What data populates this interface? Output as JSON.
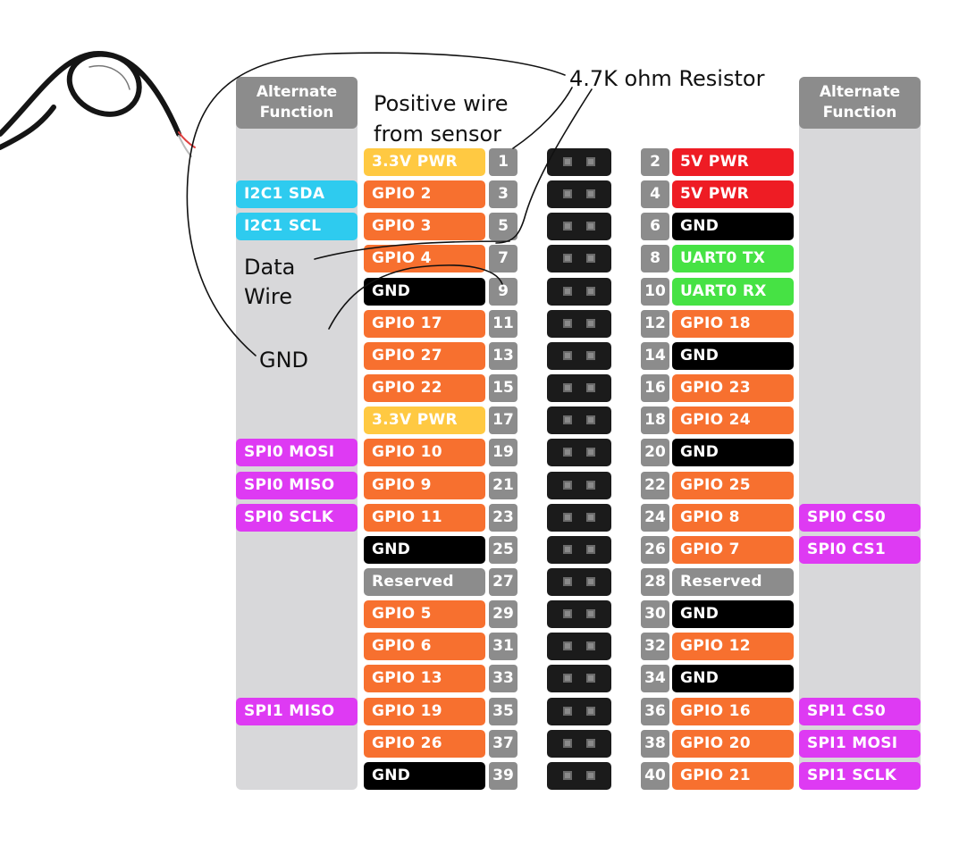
{
  "annotations": {
    "resistor": "4.7K ohm Resistor",
    "positive_line1": "Positive wire",
    "positive_line2": "from sensor",
    "data_line1": "Data",
    "data_line2": "Wire",
    "gnd": "GND"
  },
  "headers": {
    "left": "Alternate\nFunction",
    "right": "Alternate\nFunction"
  },
  "colors": {
    "power33": "#ffc942",
    "power5": "#ee1c24",
    "gpio": "#f7702f",
    "ground": "#000000",
    "uart": "#46e244",
    "reserved": "#8c8c8c",
    "i2c": "#2ecbef",
    "spi": "#de3af3",
    "pin_number": "#8c8c8c"
  },
  "rows": [
    {
      "left_alt": "",
      "left_alt_type": "",
      "left_label": "3.3V PWR",
      "left_type": "power33",
      "left_pin": "1",
      "right_pin": "2",
      "right_label": "5V PWR",
      "right_type": "power5",
      "right_alt": "",
      "right_alt_type": ""
    },
    {
      "left_alt": "I2C1 SDA",
      "left_alt_type": "i2c",
      "left_label": "GPIO 2",
      "left_type": "gpio",
      "left_pin": "3",
      "right_pin": "4",
      "right_label": "5V PWR",
      "right_type": "power5",
      "right_alt": "",
      "right_alt_type": ""
    },
    {
      "left_alt": "I2C1 SCL",
      "left_alt_type": "i2c",
      "left_label": "GPIO 3",
      "left_type": "gpio",
      "left_pin": "5",
      "right_pin": "6",
      "right_label": "GND",
      "right_type": "ground",
      "right_alt": "",
      "right_alt_type": ""
    },
    {
      "left_alt": "",
      "left_alt_type": "",
      "left_label": "GPIO 4",
      "left_type": "gpio",
      "left_pin": "7",
      "right_pin": "8",
      "right_label": "UART0 TX",
      "right_type": "uart",
      "right_alt": "",
      "right_alt_type": ""
    },
    {
      "left_alt": "",
      "left_alt_type": "",
      "left_label": "GND",
      "left_type": "ground",
      "left_pin": "9",
      "right_pin": "10",
      "right_label": "UART0 RX",
      "right_type": "uart",
      "right_alt": "",
      "right_alt_type": ""
    },
    {
      "left_alt": "",
      "left_alt_type": "",
      "left_label": "GPIO 17",
      "left_type": "gpio",
      "left_pin": "11",
      "right_pin": "12",
      "right_label": "GPIO 18",
      "right_type": "gpio",
      "right_alt": "",
      "right_alt_type": ""
    },
    {
      "left_alt": "",
      "left_alt_type": "",
      "left_label": "GPIO 27",
      "left_type": "gpio",
      "left_pin": "13",
      "right_pin": "14",
      "right_label": "GND",
      "right_type": "ground",
      "right_alt": "",
      "right_alt_type": ""
    },
    {
      "left_alt": "",
      "left_alt_type": "",
      "left_label": "GPIO 22",
      "left_type": "gpio",
      "left_pin": "15",
      "right_pin": "16",
      "right_label": "GPIO 23",
      "right_type": "gpio",
      "right_alt": "",
      "right_alt_type": ""
    },
    {
      "left_alt": "",
      "left_alt_type": "",
      "left_label": "3.3V PWR",
      "left_type": "power33",
      "left_pin": "17",
      "right_pin": "18",
      "right_label": "GPIO 24",
      "right_type": "gpio",
      "right_alt": "",
      "right_alt_type": ""
    },
    {
      "left_alt": "SPI0 MOSI",
      "left_alt_type": "spi",
      "left_label": "GPIO 10",
      "left_type": "gpio",
      "left_pin": "19",
      "right_pin": "20",
      "right_label": "GND",
      "right_type": "ground",
      "right_alt": "",
      "right_alt_type": ""
    },
    {
      "left_alt": "SPI0 MISO",
      "left_alt_type": "spi",
      "left_label": "GPIO 9",
      "left_type": "gpio",
      "left_pin": "21",
      "right_pin": "22",
      "right_label": "GPIO 25",
      "right_type": "gpio",
      "right_alt": "",
      "right_alt_type": ""
    },
    {
      "left_alt": "SPI0 SCLK",
      "left_alt_type": "spi",
      "left_label": "GPIO 11",
      "left_type": "gpio",
      "left_pin": "23",
      "right_pin": "24",
      "right_label": "GPIO 8",
      "right_type": "gpio",
      "right_alt": "SPI0 CS0",
      "right_alt_type": "spi"
    },
    {
      "left_alt": "",
      "left_alt_type": "",
      "left_label": "GND",
      "left_type": "ground",
      "left_pin": "25",
      "right_pin": "26",
      "right_label": "GPIO 7",
      "right_type": "gpio",
      "right_alt": "SPI0 CS1",
      "right_alt_type": "spi"
    },
    {
      "left_alt": "",
      "left_alt_type": "",
      "left_label": "Reserved",
      "left_type": "reserved",
      "left_pin": "27",
      "right_pin": "28",
      "right_label": "Reserved",
      "right_type": "reserved",
      "right_alt": "",
      "right_alt_type": ""
    },
    {
      "left_alt": "",
      "left_alt_type": "",
      "left_label": "GPIO 5",
      "left_type": "gpio",
      "left_pin": "29",
      "right_pin": "30",
      "right_label": "GND",
      "right_type": "ground",
      "right_alt": "",
      "right_alt_type": ""
    },
    {
      "left_alt": "",
      "left_alt_type": "",
      "left_label": "GPIO 6",
      "left_type": "gpio",
      "left_pin": "31",
      "right_pin": "32",
      "right_label": "GPIO 12",
      "right_type": "gpio",
      "right_alt": "",
      "right_alt_type": ""
    },
    {
      "left_alt": "",
      "left_alt_type": "",
      "left_label": "GPIO 13",
      "left_type": "gpio",
      "left_pin": "33",
      "right_pin": "34",
      "right_label": "GND",
      "right_type": "ground",
      "right_alt": "",
      "right_alt_type": ""
    },
    {
      "left_alt": "SPI1 MISO",
      "left_alt_type": "spi",
      "left_label": "GPIO 19",
      "left_type": "gpio",
      "left_pin": "35",
      "right_pin": "36",
      "right_label": "GPIO 16",
      "right_type": "gpio",
      "right_alt": "SPI1 CS0",
      "right_alt_type": "spi"
    },
    {
      "left_alt": "",
      "left_alt_type": "",
      "left_label": "GPIO 26",
      "left_type": "gpio",
      "left_pin": "37",
      "right_pin": "38",
      "right_label": "GPIO 20",
      "right_type": "gpio",
      "right_alt": "SPI1 MOSI",
      "right_alt_type": "spi"
    },
    {
      "left_alt": "",
      "left_alt_type": "",
      "left_label": "GND",
      "left_type": "ground",
      "left_pin": "39",
      "right_pin": "40",
      "right_label": "GPIO 21",
      "right_type": "gpio",
      "right_alt": "SPI1 SCLK",
      "right_alt_type": "spi"
    }
  ]
}
